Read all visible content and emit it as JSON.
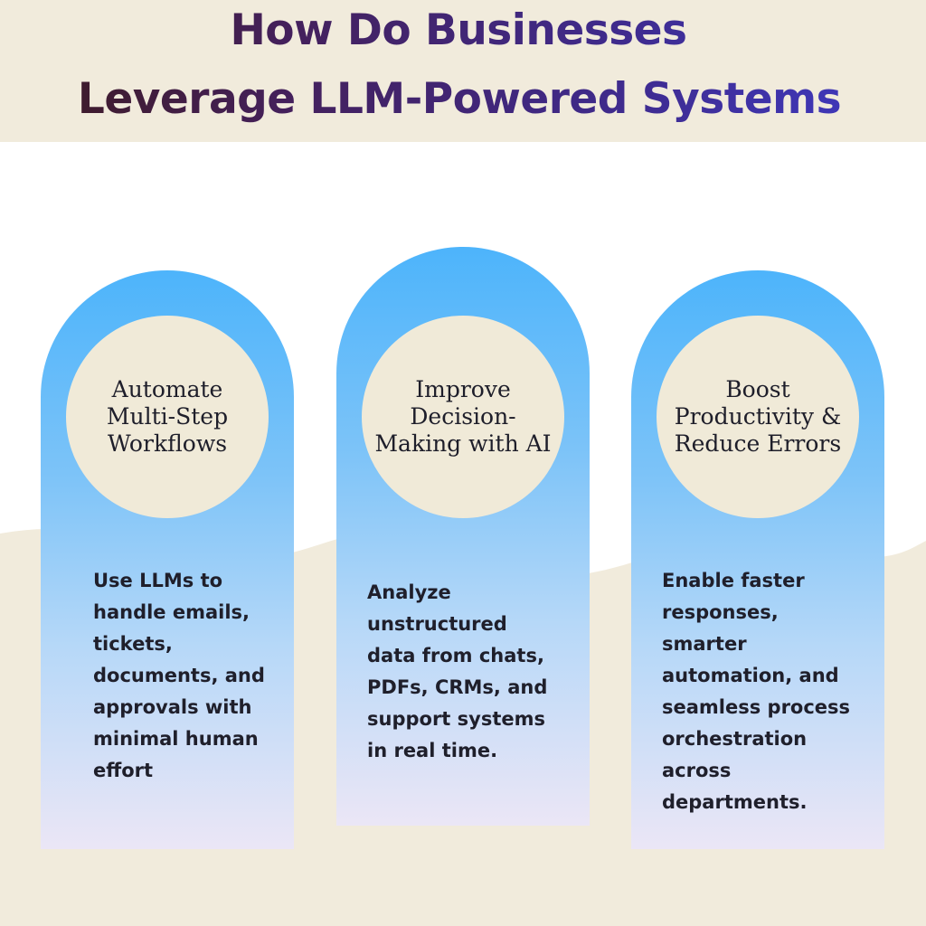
{
  "title": {
    "line1": "How Do Businesses",
    "line2": "Leverage LLM-Powered Systems"
  },
  "cards": [
    {
      "heading": "Automate\nMulti-Step\nWorkflows",
      "body": "Use LLMs to\nhandle emails,\ntickets,\ndocuments, and\napprovals with\nminimal human\neffort"
    },
    {
      "heading": "Improve\nDecision-\nMaking with AI",
      "body": "Analyze\nunstructured\ndata from chats,\nPDFs, CRMs, and\nsupport systems\nin real time."
    },
    {
      "heading": "Boost\nProductivity &\nReduce Errors",
      "body": "Enable faster\nresponses,\nsmarter\nautomation, and\nseamless process\norchestration\nacross\ndepartments."
    }
  ],
  "colors": {
    "cream": "#f1ebdc",
    "pillar_top": "#4db4fb",
    "pillar_bottom": "#ebe6f6",
    "title_start": "#3d1a1d",
    "title_end": "#3f3bc6"
  }
}
